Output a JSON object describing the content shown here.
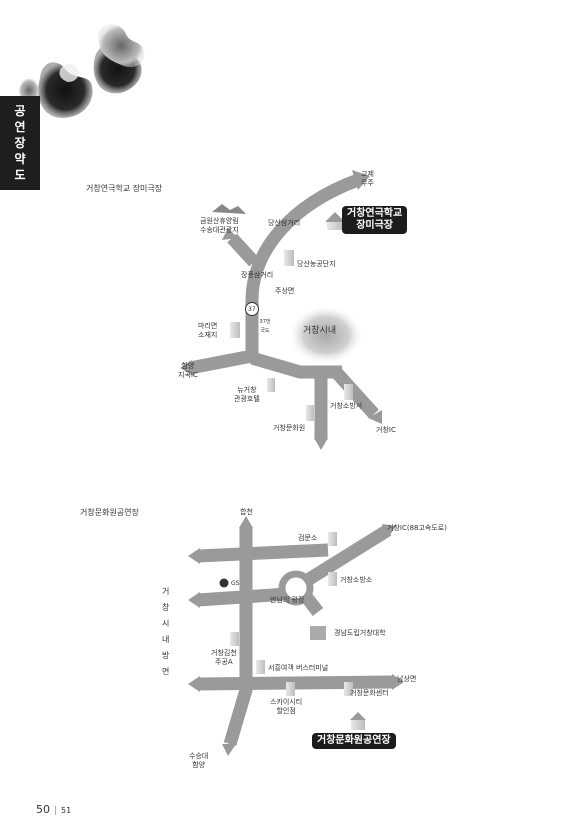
{
  "side_tab": {
    "chars": [
      "공",
      "연",
      "장",
      "약",
      "도"
    ]
  },
  "map1": {
    "title": "거창연극학교 장미극장",
    "destination": [
      "거창연극학교",
      "장미극장"
    ],
    "labels": {
      "gojeum": [
        "고제",
        "무주"
      ],
      "dangsan": "당산삼거리",
      "geumwon": [
        "금원산휴양림",
        "수송대관광지"
      ],
      "dangsan_farm": "당산농공단지",
      "jangpung": "장풍삼거리",
      "jusang": "주상면",
      "route": "37",
      "route_sub": "37번국도",
      "marimyeon": [
        "마리면",
        "소재지"
      ],
      "city": "거창시내",
      "hamyang": [
        "함양",
        "지곡IC"
      ],
      "newgeochang": [
        "뉴거창",
        "관광호텔"
      ],
      "fire": "거창소방서",
      "culture": "거창문화원",
      "ic": "거창IC"
    }
  },
  "map2": {
    "title": "거창문화원공연장",
    "destination": "거창문화원공연장",
    "labels": {
      "hapcheon": "합천",
      "geommunso": "검문소",
      "ic88": "거창IC(88고속도로)",
      "fire": "거창소방소",
      "gs": "GS",
      "meeting": "만남의 광장",
      "college": "경남도립거창대학",
      "jugong": [
        "거창김천",
        "주공A"
      ],
      "terminal": "서흥여객 버스터미널",
      "namsang": "남상면",
      "culture_center": "거창문화센터",
      "skycity": [
        "스카이시티",
        "할인점"
      ],
      "suseung": [
        "수승대",
        "함양"
      ]
    },
    "vertical_label": [
      "거",
      "창",
      "시",
      "내",
      "방",
      "면"
    ]
  },
  "page": {
    "left": "50",
    "right": "51"
  },
  "colors": {
    "road": "#999999",
    "road_edge": "#8a8a8a",
    "badge": "#1c1c1c",
    "tab": "#1e1e1e"
  }
}
